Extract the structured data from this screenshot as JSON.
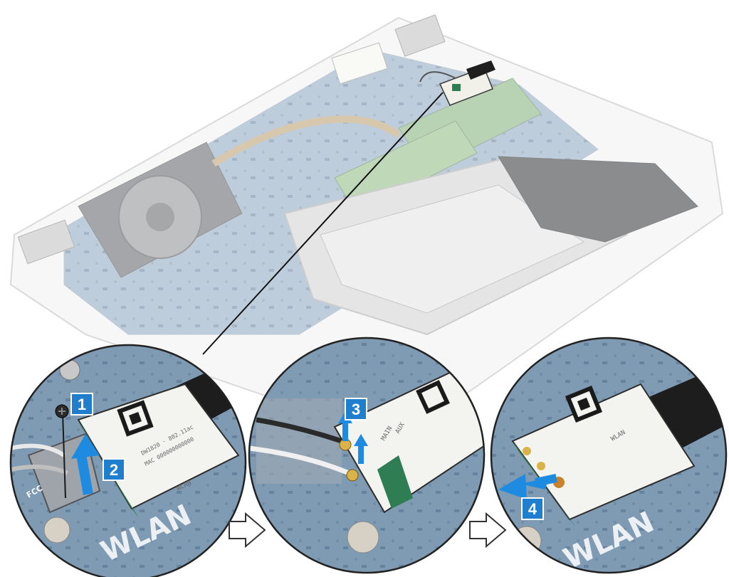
{
  "colors": {
    "badge": "#1f7fce",
    "badge_border": "#ffffff",
    "arrow": "#1f8be0",
    "board": "#7d9ab3",
    "board_dark": "#23405e",
    "card": "#f3f3ef",
    "card_pcb": "#2f7d53",
    "chassis": "#e8e8e8",
    "outline": "#333333"
  },
  "steps": [
    {
      "number": "1"
    },
    {
      "number": "2"
    },
    {
      "number": "3"
    },
    {
      "number": "4"
    }
  ],
  "silkscreen": {
    "wlan": "WLAN",
    "wlan_small": "WLAN",
    "main": "MAIN",
    "aux": "AUX",
    "fcc": "FCC"
  },
  "icons": [
    "screw-icon",
    "lift-arrow-icon",
    "slide-arrow-icon",
    "next-step-arrow-icon"
  ]
}
